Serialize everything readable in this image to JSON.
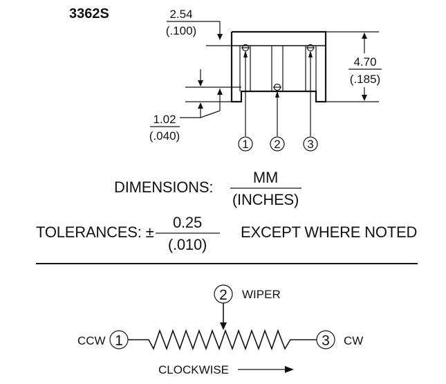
{
  "model": "3362S",
  "dimensions": {
    "pin_spacing": {
      "mm": "2.54",
      "in": "(.100)"
    },
    "height": {
      "mm": "4.70",
      "in": "(.185)"
    },
    "standoff": {
      "mm": "1.02",
      "in": "(.040)"
    }
  },
  "pins": [
    "1",
    "2",
    "3"
  ],
  "dimensions_legend": {
    "label": "DIMENSIONS:",
    "numerator": "MM",
    "denominator": "(INCHES)"
  },
  "tolerances": {
    "label": "TOLERANCES: ±",
    "numerator": "0.25",
    "denominator": "(.010)",
    "note": "EXCEPT WHERE NOTED"
  },
  "schematic": {
    "ccw": "CCW",
    "cw": "CW",
    "wiper": "WIPER",
    "pin_ccw": "1",
    "pin_wiper": "2",
    "pin_cw": "3",
    "direction": "CLOCKWISE"
  }
}
